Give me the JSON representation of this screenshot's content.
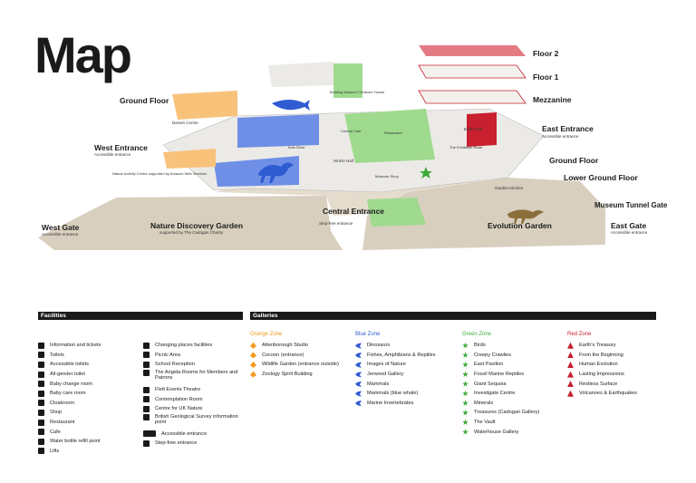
{
  "title": "Map",
  "colors": {
    "orange": "#f39a1e",
    "blue": "#2f5bd3",
    "green": "#3caa3c",
    "red": "#c8202f",
    "tan": "#d9cfbf",
    "lightgrey": "#eceae6"
  },
  "map_labels": {
    "floor2": "Floor 2",
    "floor1": "Floor 1",
    "mezzanine": "Mezzanine",
    "ground_floor_left": "Ground Floor",
    "ground_floor_right": "Ground Floor",
    "lower_ground_floor": "Lower Ground Floor",
    "east_entrance": "East Entrance",
    "east_entrance_sub": "Accessible entrance",
    "west_entrance": "West Entrance",
    "west_entrance_sub": "Accessible entrance",
    "west_gate": "West Gate",
    "west_gate_sub": "Accessible entrance",
    "central_entrance": "Central Entrance",
    "central_entrance_sub": "Step-free entrance",
    "nature_discovery_garden": "Nature Discovery Garden",
    "nature_discovery_garden_sub": "supported by The Cadogan Charity",
    "evolution_garden": "Evolution Garden",
    "museum_tunnel_gate": "Museum Tunnel Gate",
    "east_gate": "East Gate",
    "east_gate_sub": "Accessible entrance",
    "darwin_centre": "Darwin Centre",
    "hintze_hall": "Hintze Hall",
    "earth_hall": "Earth Hall",
    "garden_kitchen": "Garden Kitchen",
    "nature_activity_centre": "Nature Activity Centre supported by Amazon Web Services",
    "restaurant": "Restaurant",
    "central_cafe": "Central Cafe",
    "kids_store": "Kids Store",
    "museum_shop": "Museum Shop",
    "the_exhibition_road": "The Exhibition Road",
    "building_museum_treasure": "Building Museum Treasure House"
  },
  "legend": {
    "facilities_title": "Facilities",
    "galleries_title": "Galleries",
    "facilities_col1": [
      "Information and tickets",
      "Toilets",
      "Accessible toilets",
      "All-gender toilet",
      "Baby change room",
      "Baby care room",
      "Cloakroom",
      "Shop",
      "Restaurant",
      "Cafe",
      "Water bottle refill point",
      "Lifts"
    ],
    "facilities_col2": [
      "Changing places facilities",
      "Picnic Area",
      "School Reception",
      "The Angela Rooms for Members and Patrons",
      "Flett Events Theatre",
      "Contemplation Room",
      "Centre for UK Nature",
      "British Geological Survey information point",
      "Accessible entrance",
      "Step-free entrance"
    ],
    "orange_zone_title": "Orange Zone",
    "orange_zone": [
      "Attenborough Studio",
      "Cocoon (entrance)",
      "Wildlife Garden (entrance outside)",
      "Zoology Spirit Building"
    ],
    "blue_zone_title": "Blue Zone",
    "blue_zone": [
      "Dinosaurs",
      "Fishes, Amphibians & Reptiles",
      "Images of Nature",
      "Jerwood Gallery",
      "Mammals",
      "Mammals (blue whale)",
      "Marine Invertebrates"
    ],
    "green_zone_title": "Green Zone",
    "green_zone": [
      "Birds",
      "Creepy Crawlies",
      "East Pavilion",
      "Fossil Marine Reptiles",
      "Giant Sequoia",
      "Investigate Centre",
      "Minerals",
      "Treasures (Cadogan Gallery)",
      "The Vault",
      "Waterhouse Gallery"
    ],
    "red_zone_title": "Red Zone",
    "red_zone": [
      "Earth's Treasury",
      "From the Beginning",
      "Human Evolution",
      "Lasting Impressions",
      "Restless Surface",
      "Volcanoes & Earthquakes"
    ]
  }
}
